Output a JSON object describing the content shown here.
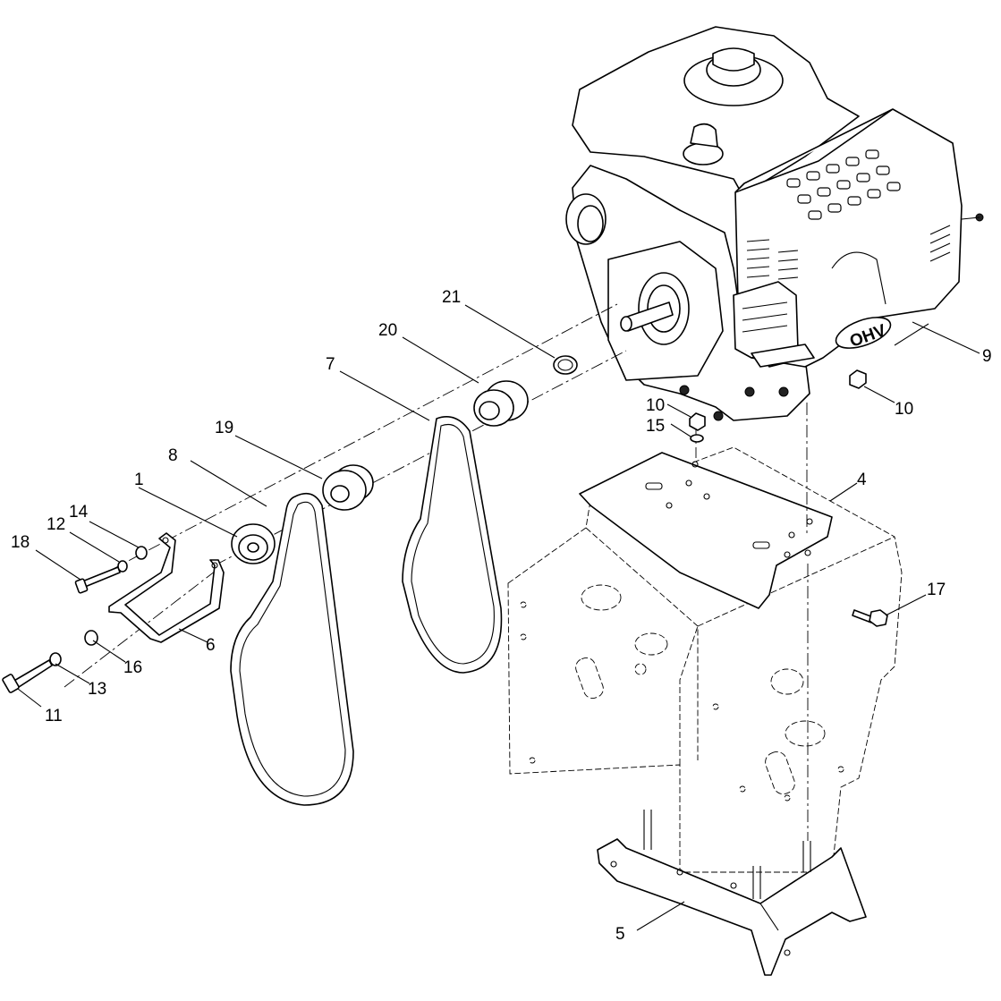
{
  "diagram": {
    "callouts": [
      {
        "id": "c1",
        "label": "1"
      },
      {
        "id": "c4",
        "label": "4"
      },
      {
        "id": "c5",
        "label": "5"
      },
      {
        "id": "c6",
        "label": "6"
      },
      {
        "id": "c7",
        "label": "7"
      },
      {
        "id": "c8",
        "label": "8"
      },
      {
        "id": "c9",
        "label": "9"
      },
      {
        "id": "c10a",
        "label": "10"
      },
      {
        "id": "c10b",
        "label": "10"
      },
      {
        "id": "c11",
        "label": "11"
      },
      {
        "id": "c12",
        "label": "12"
      },
      {
        "id": "c13",
        "label": "13"
      },
      {
        "id": "c14",
        "label": "14"
      },
      {
        "id": "c15",
        "label": "15"
      },
      {
        "id": "c16",
        "label": "16"
      },
      {
        "id": "c17",
        "label": "17"
      },
      {
        "id": "c18",
        "label": "18"
      },
      {
        "id": "c19",
        "label": "19"
      },
      {
        "id": "c20",
        "label": "20"
      },
      {
        "id": "c21",
        "label": "21"
      }
    ],
    "engine_badge": "OHV"
  }
}
